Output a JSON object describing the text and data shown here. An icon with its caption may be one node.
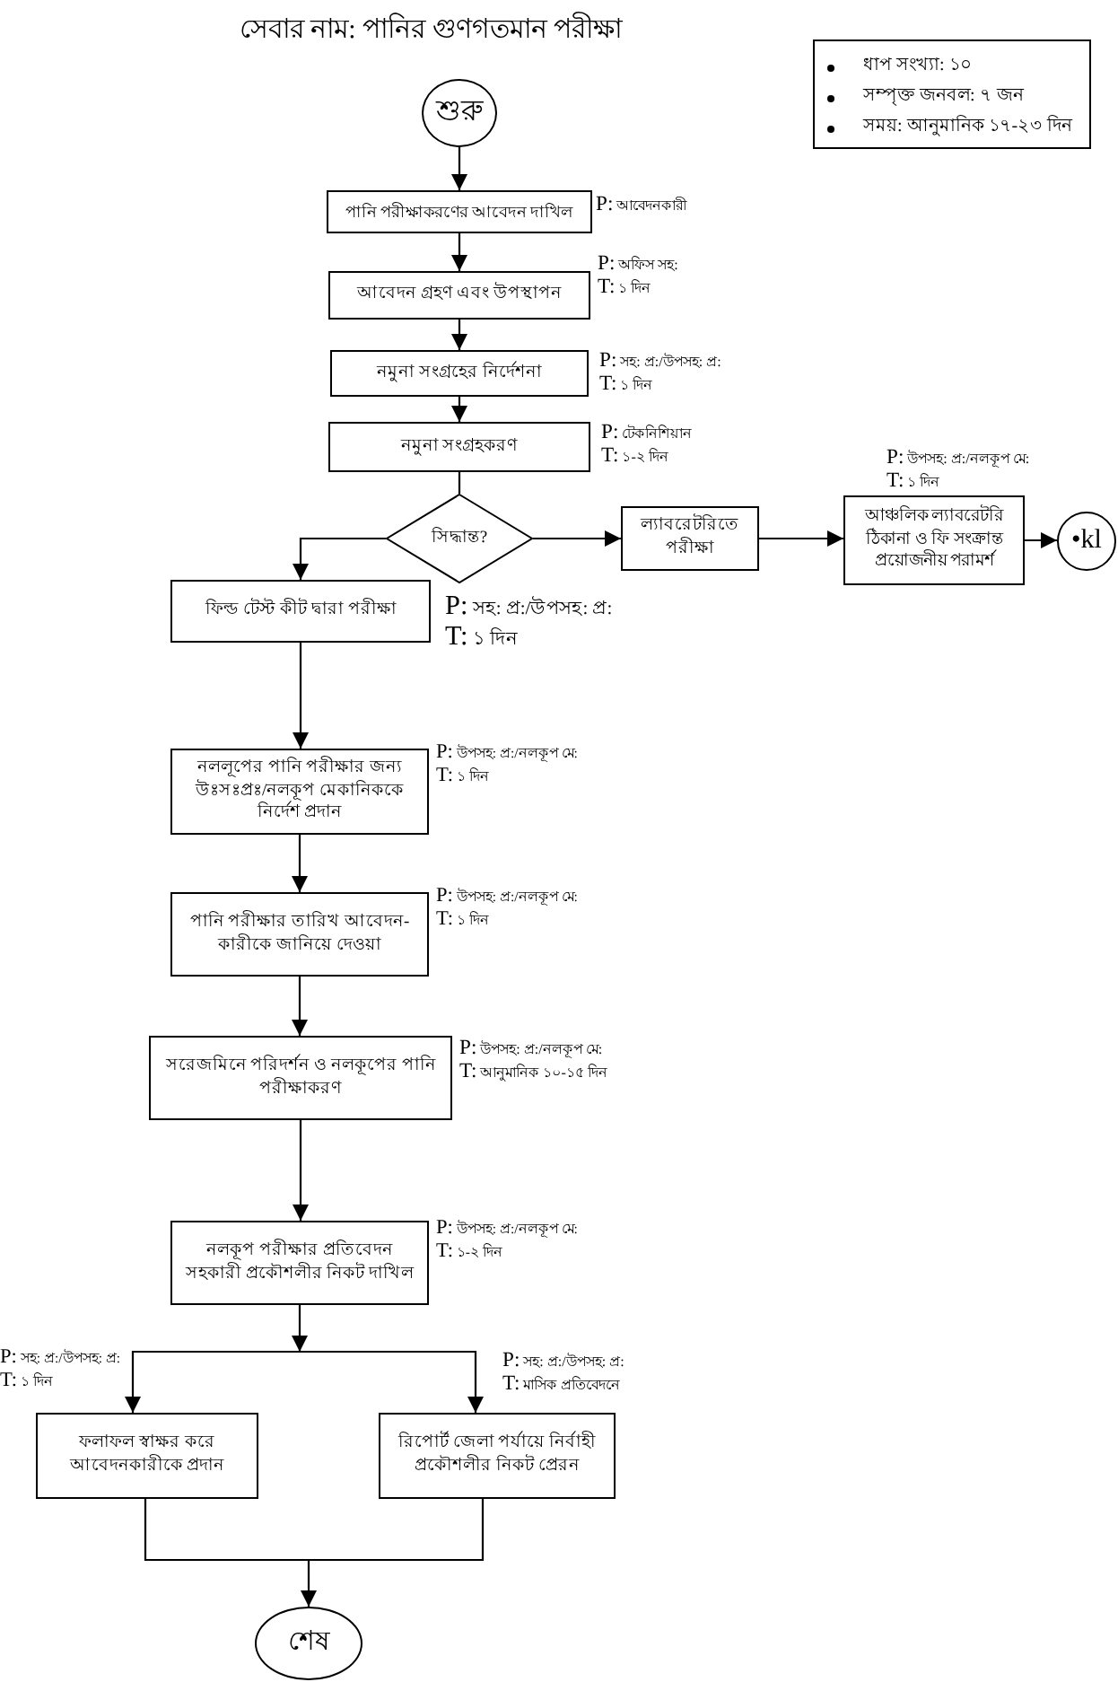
{
  "diagram": {
    "title": "সেবার নাম: পানির গুণগতমান পরীক্ষা",
    "nodes": [
      {
        "text": [
          "ধাপ সংখ্যা: ১০",
          "সম্পৃক্ত জনবল: ৭ জন",
          "সময়: আনুমানিক ১৭-২৩ দিন"
        ]
      },
      {
        "text": [
          "শুরু"
        ]
      },
      {
        "text": [
          "পানি পরীক্ষাকরণের আবেদন দাখিল"
        ],
        "beside": [
          "P: আবেদনকারী"
        ]
      },
      {
        "text": [
          "আবেদন গ্রহণ এবং উপস্থাপন"
        ],
        "beside": [
          "P: অফিস সহ:",
          "T: ১ দিন"
        ]
      },
      {
        "text": [
          "নমুনা সংগ্রহের নির্দেশনা"
        ],
        "beside": [
          "P: সহ: প্র:/উপসহ: প্র:",
          "T: ১ দিন"
        ]
      },
      {
        "text": [
          "নমুনা সংগ্রহকরণ"
        ],
        "beside": [
          "P: টেকনিশিয়ান",
          "T: ১-২ দিন"
        ]
      },
      {
        "text": [
          "সিদ্ধান্ত?"
        ]
      },
      {
        "text": [
          "ল্যাবরেটরিতে পরীক্ষা"
        ]
      },
      {
        "text": [
          "আঞ্চলিক ল্যাবরেটরি ঠিকানা ও ফি সংক্রান্ত প্রয়োজনীয় পরামর্শ"
        ],
        "beside": [
          "P: উপসহ: প্র:/নলকূপ মে:",
          "T: ১ দিন"
        ]
      },
      {
        "text": [
          "•kl"
        ]
      },
      {
        "text": [
          "ফিল্ড টেস্ট কীট দ্বারা পরীক্ষা"
        ],
        "beside": [
          "P: সহ: প্র:/উপসহ: প্র:",
          "T: ১ দিন"
        ]
      },
      {
        "text": [
          "নললূপের পানি পরীক্ষার জন্য উঃসঃপ্রঃ/নলকূপ মেকানিককে নির্দেশ প্রদান"
        ],
        "beside": [
          "P: উপসহ: প্র:/নলকূপ মে:",
          "T: ১ দিন"
        ]
      },
      {
        "text": [
          "পানি পরীক্ষার তারিখ আবেদন-কারীকে জানিয়ে দেওয়া"
        ],
        "beside": [
          "P: উপসহ: প্র:/নলকূপ মে:",
          "T: ১ দিন"
        ]
      },
      {
        "text": [
          "সরেজমিনে পরিদর্শন ও নলকূপের পানি পরীক্ষাকরণ"
        ],
        "beside": [
          "P: উপসহ: প্র:/নলকূপ মে:",
          "T: আনুমানিক ১০-১৫ দিন"
        ]
      },
      {
        "text": [
          "নলকূপ পরীক্ষার প্রতিবেদন সহকারী প্রকৌশলীর নিকট দাখিল"
        ],
        "beside": [
          "P: উপসহ: প্র:/নলকূপ মে:",
          "T: ১-২ দিন"
        ]
      },
      {
        "text": [
          "ফলাফল স্বাক্ষর করে আবেদনকারীকে প্রদান"
        ],
        "beside": [
          "P: সহ: প্র:/উপসহ: প্র:",
          "T: ১ দিন"
        ]
      },
      {
        "text": [
          "রিপোর্ট জেলা পর্যায়ে নির্বাহী প্রকৌশলীর নিকট প্রেরন"
        ],
        "beside": [
          "P: সহ: প্র:/উপসহ: প্র:",
          "T: মাসিক প্রতিবেদনে"
        ]
      },
      {
        "text": [
          "শেষ"
        ]
      }
    ],
    "edges": [
      {
        "from": 1,
        "to": 2,
        "arrow": "to"
      },
      {
        "from": 2,
        "to": 3,
        "arrow": "to"
      },
      {
        "from": 3,
        "to": 4,
        "arrow": "to"
      },
      {
        "from": 4,
        "to": 5,
        "arrow": "to"
      },
      {
        "from": 5,
        "to": 6,
        "arrow": "none"
      },
      {
        "from": 6,
        "to": 7,
        "arrow": "to"
      },
      {
        "from": 7,
        "to": 8,
        "arrow": "to"
      },
      {
        "from": 8,
        "to": 9,
        "arrow": "to"
      },
      {
        "from": 6,
        "to": 10,
        "arrow": "to"
      },
      {
        "from": 10,
        "to": 11,
        "arrow": "to"
      },
      {
        "from": 11,
        "to": 12,
        "arrow": "to"
      },
      {
        "from": 12,
        "to": 13,
        "arrow": "to"
      },
      {
        "from": 13,
        "to": 14,
        "arrow": "to"
      },
      {
        "from": 14,
        "to": 15,
        "arrow": "to"
      },
      {
        "from": 14,
        "to": 16,
        "arrow": "to"
      },
      {
        "from": 15,
        "to": 17,
        "arrow": "to"
      },
      {
        "from": 16,
        "to": 17,
        "arrow": "to"
      }
    ]
  }
}
